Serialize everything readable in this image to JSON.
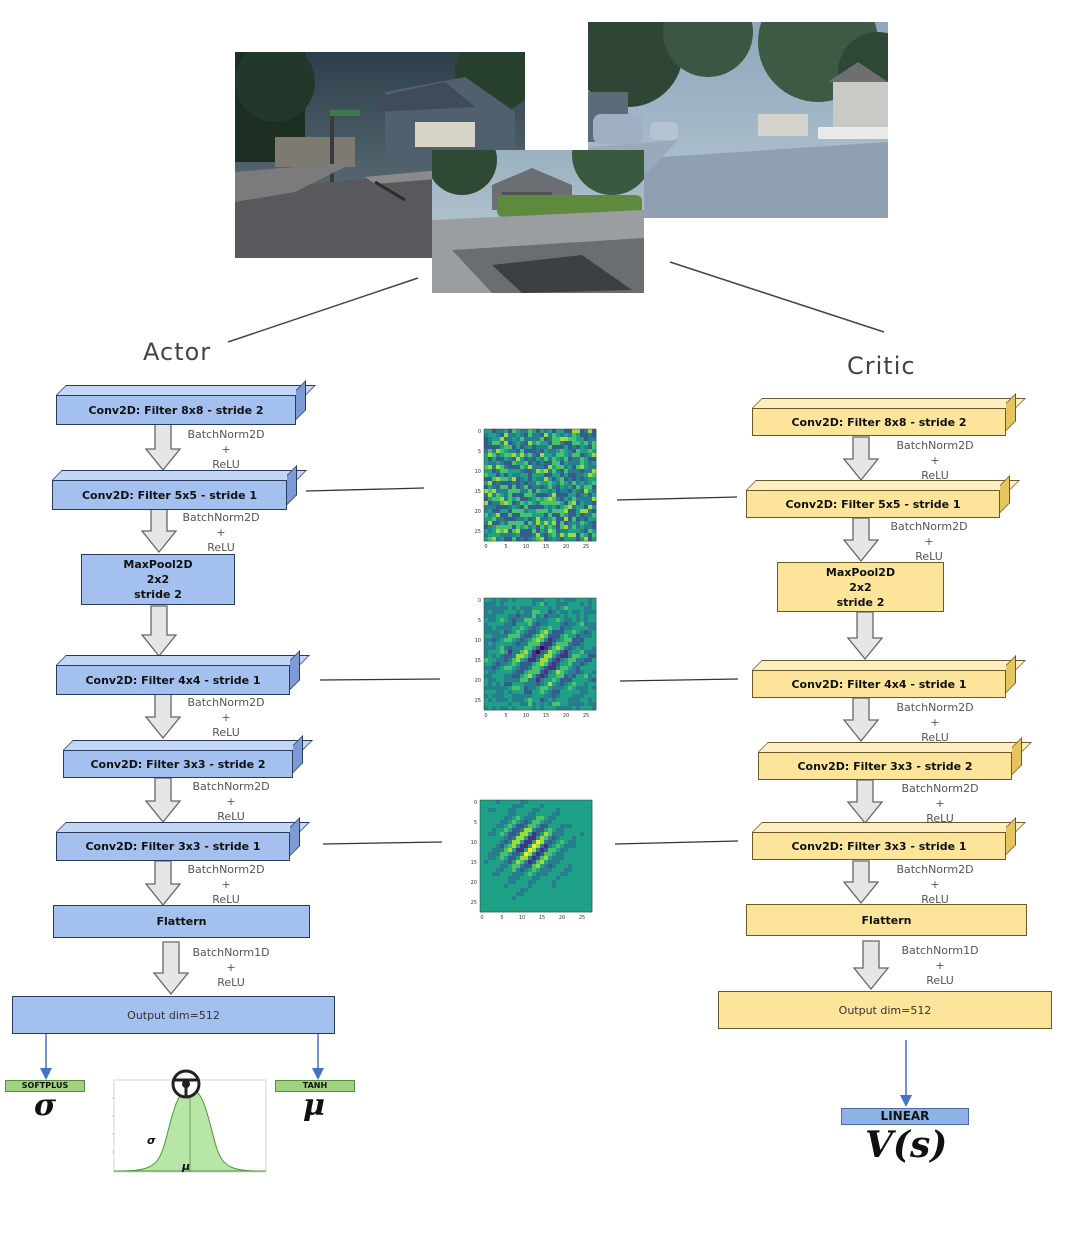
{
  "actor": {
    "heading": "Actor",
    "layers": [
      {
        "label": "Conv2D: Filter 8x8 - stride 2"
      },
      {
        "label": "Conv2D: Filter 5x5 - stride 1"
      },
      {
        "label": "MaxPool2D\n2x2\nstride 2"
      },
      {
        "label": "Conv2D: Filter 4x4 - stride 1"
      },
      {
        "label": "Conv2D: Filter 3x3 - stride 2"
      },
      {
        "label": "Conv2D: Filter 3x3 - stride 1"
      },
      {
        "label": "Flattern"
      },
      {
        "label": "Output dim=512"
      }
    ],
    "norm_notes": [
      "BatchNorm2D\n+\nReLU",
      "BatchNorm2D\n+\nReLU",
      "BatchNorm2D\n+\nReLU",
      "BatchNorm2D\n+\nReLU",
      "BatchNorm2D\n+\nReLU",
      "BatchNorm1D\n+\nReLU"
    ],
    "heads": [
      {
        "tag": "SOFTPLUS",
        "symbol": "σ"
      },
      {
        "tag": "TANH",
        "symbol": "μ"
      }
    ],
    "gaussian_labels": {
      "sigma": "σ",
      "mu": "μ"
    }
  },
  "critic": {
    "heading": "Critic",
    "layers": [
      {
        "label": "Conv2D: Filter 8x8 - stride 2"
      },
      {
        "label": "Conv2D: Filter 5x5 - stride 1"
      },
      {
        "label": "MaxPool2D\n2x2\nstride 2"
      },
      {
        "label": "Conv2D: Filter 4x4 - stride 1"
      },
      {
        "label": "Conv2D: Filter 3x3 - stride 2"
      },
      {
        "label": "Conv2D: Filter 3x3 - stride 1"
      },
      {
        "label": "Flattern"
      },
      {
        "label": "Output dim=512"
      }
    ],
    "norm_notes": [
      "BatchNorm2D\n+\nReLU",
      "BatchNorm2D\n+\nReLU",
      "BatchNorm2D\n+\nReLU",
      "BatchNorm2D\n+\nReLU",
      "BatchNorm2D\n+\nReLU",
      "BatchNorm1D\n+\nReLU"
    ],
    "head": {
      "tag": "LINEAR",
      "symbol": "V(s)"
    }
  },
  "feature_maps": {
    "y_ticks": [
      "0",
      "5",
      "10",
      "15",
      "20",
      "25"
    ],
    "x_ticks": [
      "0",
      "5",
      "10",
      "15",
      "20",
      "25"
    ]
  },
  "colors": {
    "actor_fill": "#a4c0ee",
    "critic_fill": "#fce59a",
    "tag_green": "#9ed27f",
    "tag_blue": "#8fb2e4",
    "arrow_blue": "#4472c4"
  }
}
